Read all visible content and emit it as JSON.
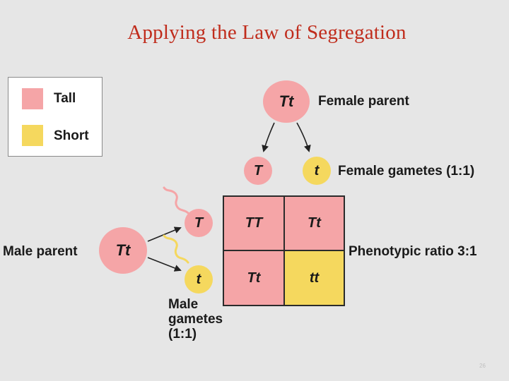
{
  "title": "Applying the Law of Segregation",
  "legend": {
    "items": [
      {
        "label": "Tall",
        "color": "#f5a5a7"
      },
      {
        "label": "Short",
        "color": "#f5d85e"
      }
    ]
  },
  "female_parent": {
    "genotype": "Tt",
    "label": "Female parent"
  },
  "female_gametes": {
    "alleles": [
      "T",
      "t"
    ],
    "label": "Female gametes (1:1)"
  },
  "male_parent": {
    "genotype": "Tt",
    "label": "Male parent"
  },
  "male_gametes": {
    "alleles": [
      "T",
      "t"
    ],
    "label_lines": [
      "Male",
      "gametes",
      "(1:1)"
    ]
  },
  "punnett": {
    "cells": [
      [
        "TT",
        "Tt"
      ],
      [
        "Tt",
        "tt"
      ]
    ]
  },
  "phenotypic_ratio": "Phenotypic ratio 3:1",
  "page_number": "26"
}
